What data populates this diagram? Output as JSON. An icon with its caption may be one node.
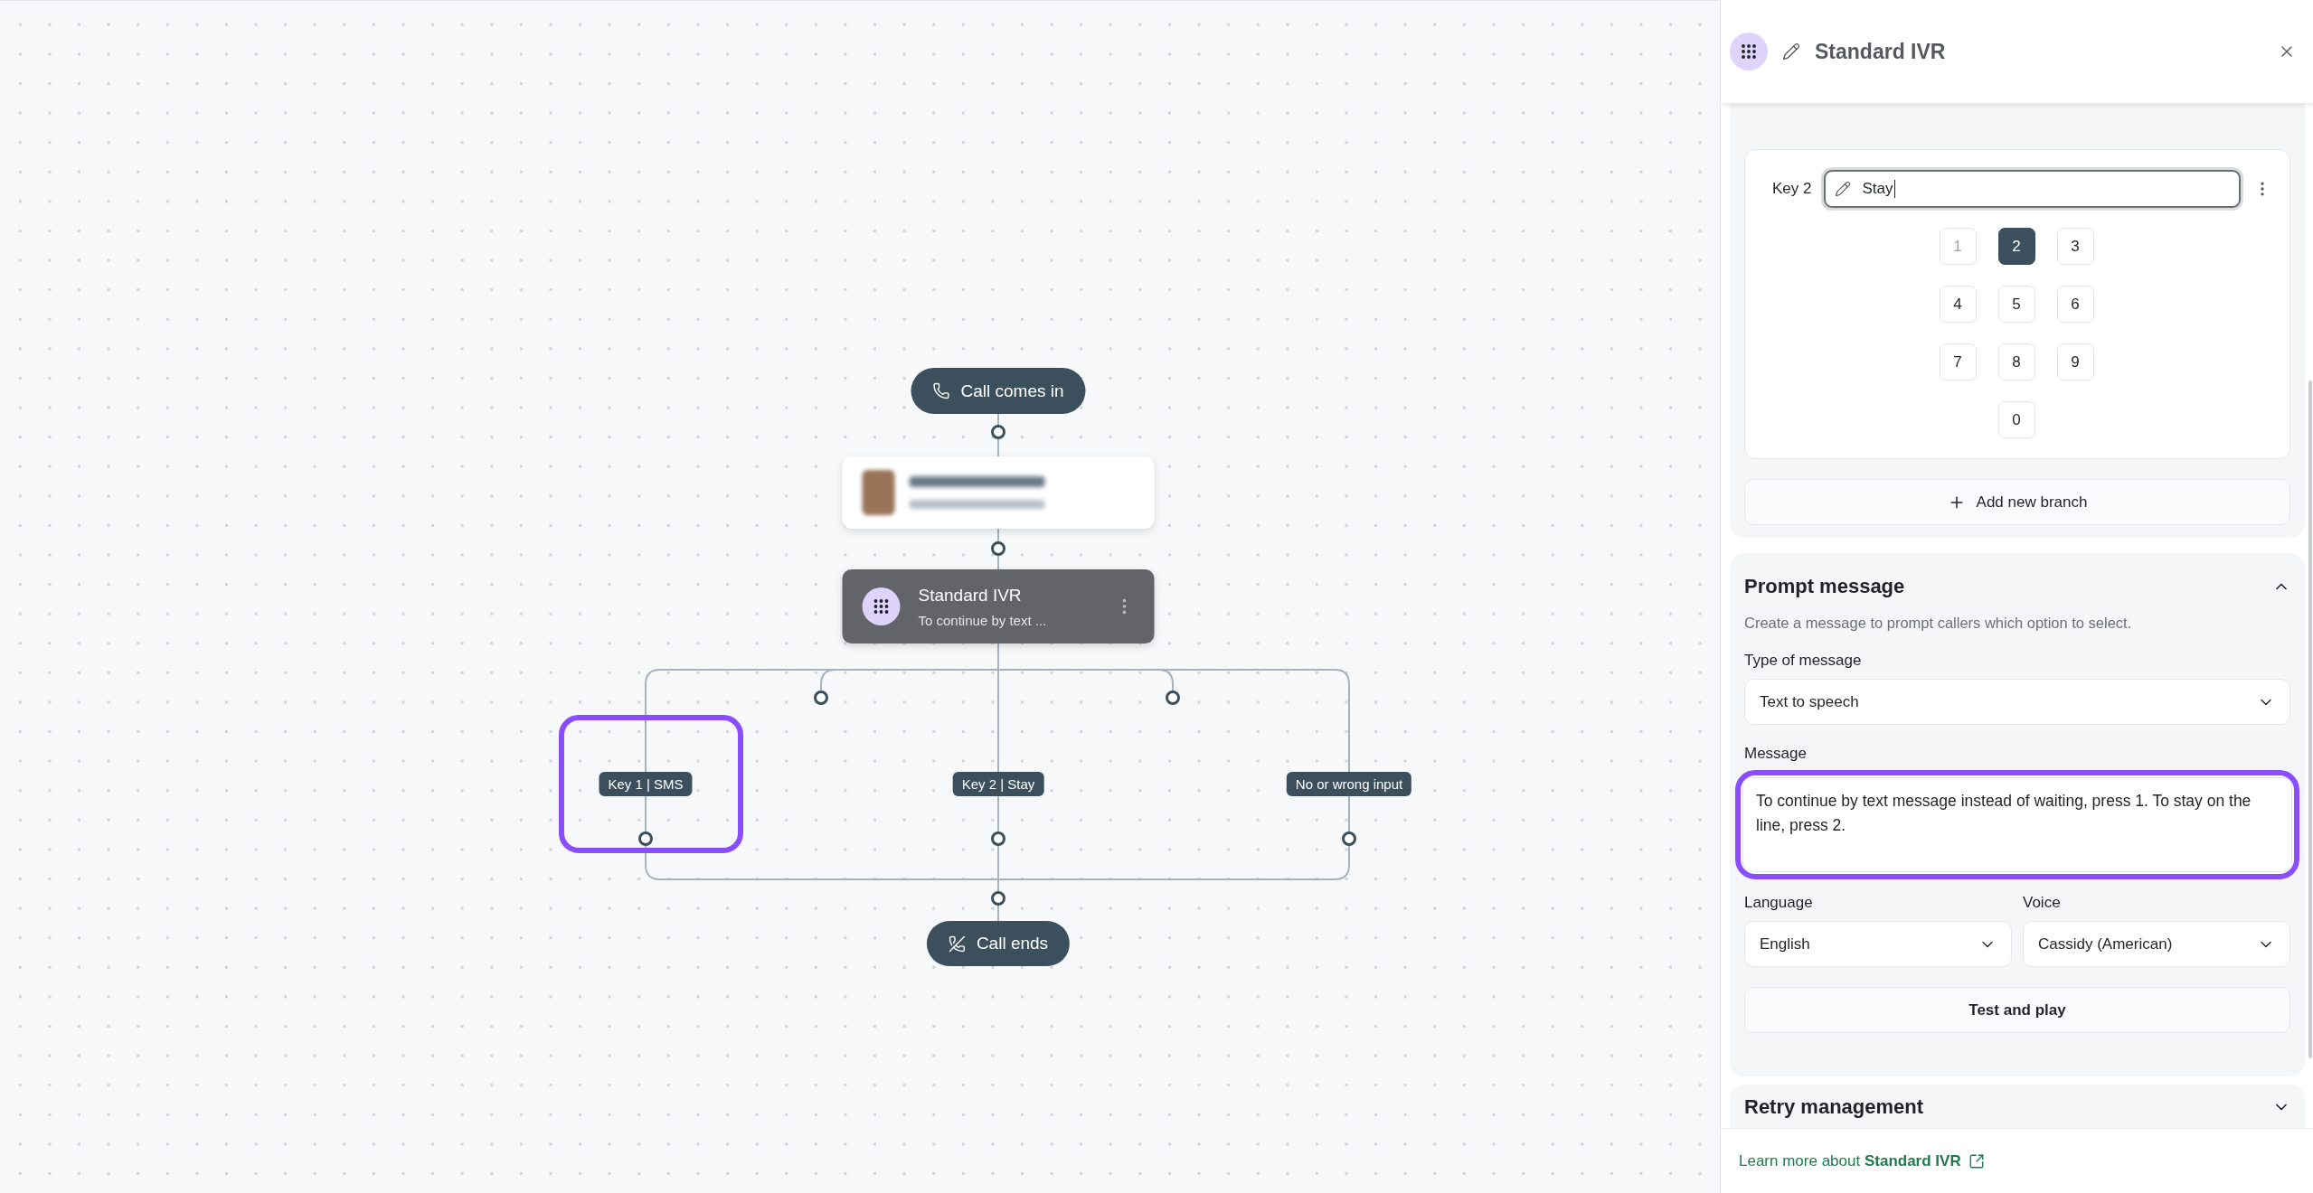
{
  "diagram": {
    "nodes": [
      {
        "text": [
          "Call comes in"
        ]
      },
      {
        "text": [],
        "shape": "box"
      },
      {
        "text": [
          "Standard IVR",
          "To continue by text ..."
        ]
      },
      {
        "text": [
          "Key 1 | SMS"
        ]
      },
      {
        "text": [
          "Key 2 | Stay"
        ]
      },
      {
        "text": [
          "No or wrong input"
        ]
      },
      {
        "text": [
          "Call ends"
        ]
      },
      {
        "text": [],
        "shape": "circle"
      },
      {
        "text": [],
        "shape": "circle"
      }
    ],
    "edges": [
      {
        "from": 0,
        "to": 1,
        "arrow": "none"
      },
      {
        "from": 1,
        "to": 2,
        "arrow": "none"
      },
      {
        "from": 2,
        "to": 3,
        "arrow": "none"
      },
      {
        "from": 2,
        "to": 7,
        "arrow": "none"
      },
      {
        "from": 2,
        "to": 4,
        "arrow": "none"
      },
      {
        "from": 2,
        "to": 8,
        "arrow": "none"
      },
      {
        "from": 2,
        "to": 5,
        "arrow": "none"
      },
      {
        "from": 3,
        "to": 6,
        "arrow": "none"
      },
      {
        "from": 4,
        "to": 6,
        "arrow": "none"
      },
      {
        "from": 5,
        "to": 6,
        "arrow": "none"
      }
    ],
    "labels": [
      "Standard IVR",
      "Key 2",
      "Stay",
      "1",
      "2",
      "3",
      "4",
      "5",
      "6",
      "7",
      "8",
      "9",
      "0",
      "Add new branch",
      "Prompt message",
      "Create a message to prompt callers which option to select.",
      "Type of message",
      "Text to speech",
      "Message",
      "To continue by text message instead of waiting, press 1. To stay on the line, press 2.",
      "Language",
      "Voice",
      "English",
      "Cassidy (American)",
      "Test and play",
      "Retry management",
      "Learn more about **Standard IVR**"
    ]
  }
}
